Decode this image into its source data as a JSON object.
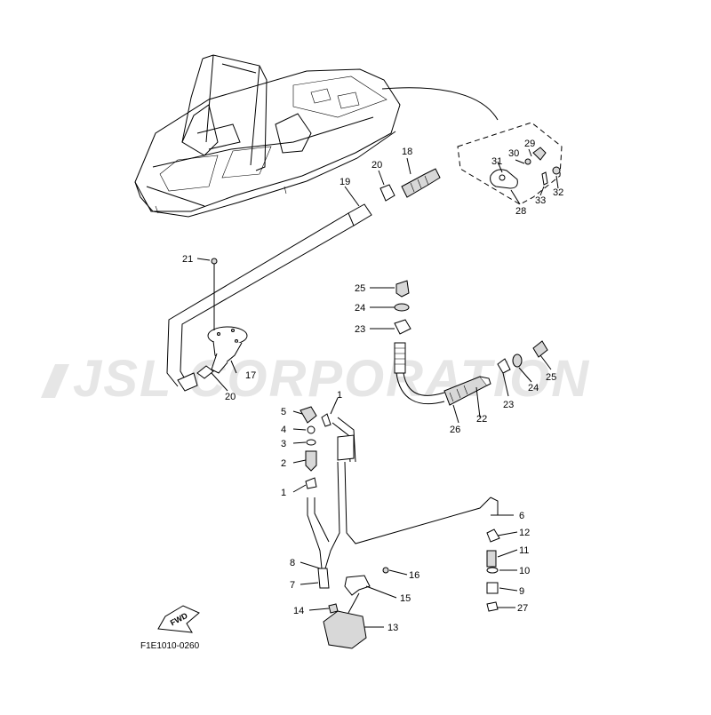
{
  "diagram": {
    "watermark": "JSL CORPORATION",
    "figure_code": "F1E1010-0260",
    "fwd_label": "FWD",
    "callouts": [
      "1",
      "1",
      "2",
      "3",
      "4",
      "5",
      "6",
      "7",
      "8",
      "9",
      "10",
      "11",
      "12",
      "13",
      "14",
      "15",
      "16",
      "17",
      "18",
      "19",
      "20",
      "20",
      "21",
      "22",
      "23",
      "23",
      "24",
      "24",
      "25",
      "25",
      "26",
      "27",
      "28",
      "29",
      "30",
      "31",
      "32",
      "33"
    ]
  }
}
